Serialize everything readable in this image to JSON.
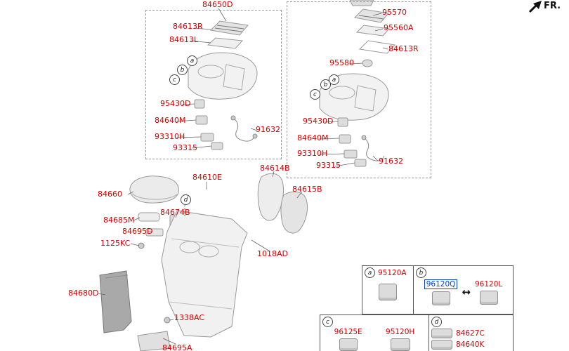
{
  "fr": {
    "label": "FR."
  },
  "icons": {
    "swap_arrow": "↔"
  },
  "colors": {
    "label_red": "#d40000",
    "highlight_blue": "#0041d0",
    "line_gray": "#8f8f8f"
  },
  "callouts": {
    "a": "a",
    "b": "b",
    "c": "c",
    "d": "d"
  },
  "part_labels": [
    {
      "id": "84650D",
      "text": "84650D"
    },
    {
      "id": "84613R-left",
      "text": "84613R"
    },
    {
      "id": "84613L",
      "text": "84613L"
    },
    {
      "id": "95430D-left",
      "text": "95430D"
    },
    {
      "id": "84640M-left",
      "text": "84640M"
    },
    {
      "id": "93310H-left",
      "text": "93310H"
    },
    {
      "id": "93315-left",
      "text": "93315"
    },
    {
      "id": "91632-left",
      "text": "91632"
    },
    {
      "id": "95570",
      "text": "95570"
    },
    {
      "id": "95560A",
      "text": "95560A"
    },
    {
      "id": "84613R-right",
      "text": "84613R"
    },
    {
      "id": "95580",
      "text": "95580"
    },
    {
      "id": "95430D-right",
      "text": "95430D"
    },
    {
      "id": "84640M-right",
      "text": "84640M"
    },
    {
      "id": "93310H-right",
      "text": "93310H"
    },
    {
      "id": "93315-right",
      "text": "93315"
    },
    {
      "id": "91632-right",
      "text": "91632"
    },
    {
      "id": "84614B",
      "text": "84614B"
    },
    {
      "id": "84610E",
      "text": "84610E"
    },
    {
      "id": "84615B",
      "text": "84615B"
    },
    {
      "id": "84660",
      "text": "84660"
    },
    {
      "id": "84674B",
      "text": "84674B"
    },
    {
      "id": "84685M",
      "text": "84685M"
    },
    {
      "id": "84695D",
      "text": "84695D"
    },
    {
      "id": "1125KC",
      "text": "1125KC"
    },
    {
      "id": "1018AD",
      "text": "1018AD"
    },
    {
      "id": "84680D",
      "text": "84680D"
    },
    {
      "id": "1338AC",
      "text": "1338AC"
    },
    {
      "id": "84695A",
      "text": "84695A"
    }
  ],
  "table": {
    "cell_a": {
      "letter": "a",
      "part": "95120A"
    },
    "cell_b": {
      "letter": "b",
      "part_selected": "96120Q",
      "part_alt": "96120L"
    },
    "cell_c": {
      "letter": "c",
      "part1": "96125E",
      "part2": "95120H"
    },
    "cell_d": {
      "letter": "d",
      "part1": "84627C",
      "part2": "84640K"
    }
  }
}
